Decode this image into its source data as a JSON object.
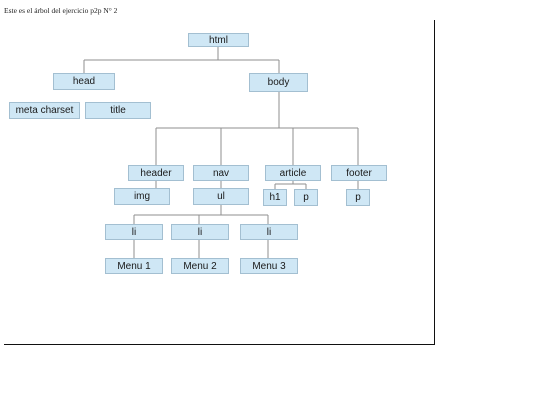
{
  "caption": "Este es el árbol del ejercicio p2p N° 2",
  "tree": {
    "html": "html",
    "head": "head",
    "body": "body",
    "meta_charset": "meta charset",
    "title": "title",
    "header": "header",
    "nav": "nav",
    "article": "article",
    "footer": "footer",
    "img": "img",
    "ul": "ul",
    "h1": "h1",
    "article_p": "p",
    "footer_p": "p",
    "li_1": "li",
    "li_2": "li",
    "li_3": "li",
    "menu_1": "Menu 1",
    "menu_2": "Menu 2",
    "menu_3": "Menu 3"
  },
  "colors": {
    "node_fill": "#cfe7f5",
    "node_border": "#a3bfd1",
    "connector": "#8f8f8f"
  }
}
